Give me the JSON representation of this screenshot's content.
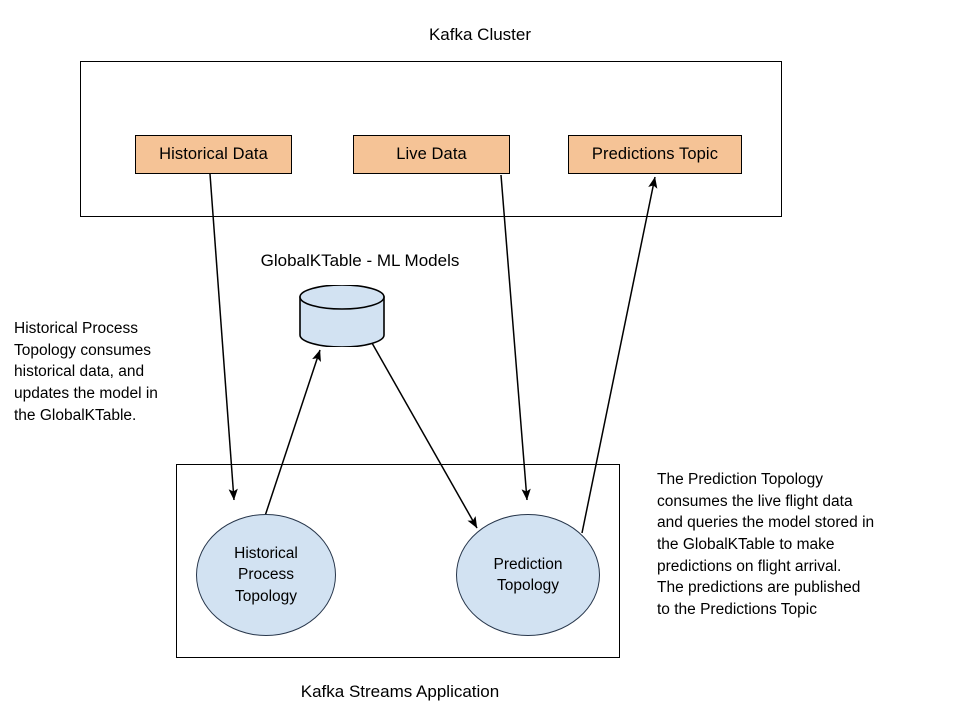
{
  "diagram": {
    "title_top": "Kafka Cluster",
    "title_bottom": "Kafka Streams Application",
    "store_label": "GlobalKTable - ML Models"
  },
  "kafka_cluster": {
    "label": "Kafka Cluster",
    "topics": [
      {
        "id": "historical-data",
        "label": "Historical Data"
      },
      {
        "id": "live-data",
        "label": "Live Data"
      },
      {
        "id": "predictions-topic",
        "label": "Predictions Topic"
      }
    ]
  },
  "state_store": {
    "label": "GlobalKTable - ML Models",
    "shape": "cylinder-database"
  },
  "streams_application": {
    "label": "Kafka Streams Application",
    "nodes": [
      {
        "id": "historical-process-topology",
        "lines": [
          "Historical",
          "Process",
          "Topology"
        ]
      },
      {
        "id": "prediction-topology",
        "lines": [
          "Prediction",
          "Topology"
        ]
      }
    ]
  },
  "annotations": {
    "left": "Historical Process\nTopology consumes\nhistorical data, and\nupdates the model in\nthe GlobalKTable.",
    "right": "The Prediction Topology\nconsumes the live flight data\nand queries the model stored in\nthe GlobalKTable to make\npredictions on flight arrival.\nThe predictions are published\nto the Predictions Topic"
  },
  "edges": [
    {
      "id": "historical-data-to-historical-topology",
      "from": "historical-data",
      "to": "historical-process-topology"
    },
    {
      "id": "historical-topology-to-globalktable",
      "from": "historical-process-topology",
      "to": "globalktable"
    },
    {
      "id": "globalktable-to-prediction-topology",
      "from": "globalktable",
      "to": "prediction-topology"
    },
    {
      "id": "live-data-to-prediction-topology",
      "from": "live-data",
      "to": "prediction-topology"
    },
    {
      "id": "prediction-topology-to-predictions-topic",
      "from": "prediction-topology",
      "to": "predictions-topic"
    }
  ],
  "colors": {
    "topic_fill": "#F5C396",
    "node_fill": "#D2E2F2",
    "stroke": "#000000",
    "background": "#FFFFFF"
  }
}
